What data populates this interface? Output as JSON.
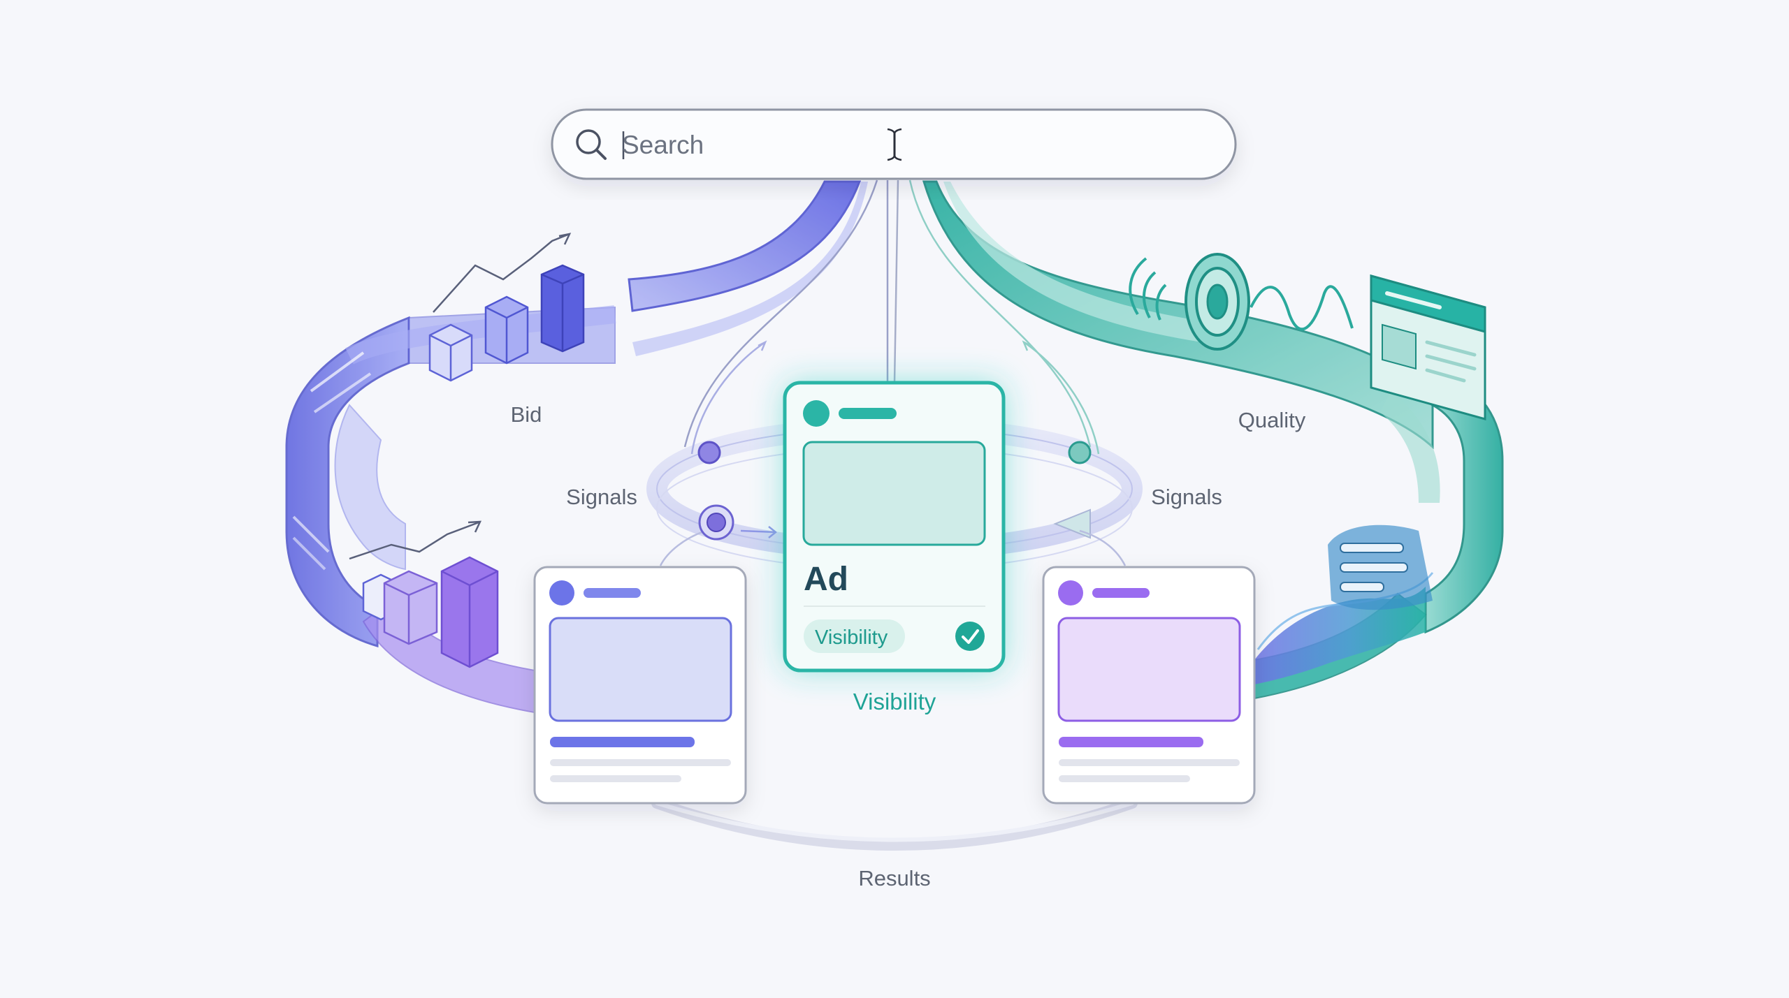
{
  "search": {
    "placeholder": "Search",
    "icon": "search-icon",
    "cursor_icon": "text-cursor-icon"
  },
  "labels": {
    "bid": "Bid",
    "quality": "Quality",
    "signals_left": "Signals",
    "signals_right": "Signals",
    "visibility_caption": "Visibility",
    "results": "Results"
  },
  "ad_card": {
    "title": "Ad",
    "chip": "Visibility",
    "check_icon": "check-icon"
  },
  "colors": {
    "bid_ribbon": "#6c70e6",
    "quality_ribbon": "#27b3a5",
    "ad_accent": "#2bb5a6",
    "left_card_accent": "#6c74e8",
    "right_card_accent": "#9a6cf0",
    "background": "#f6f7fb"
  }
}
